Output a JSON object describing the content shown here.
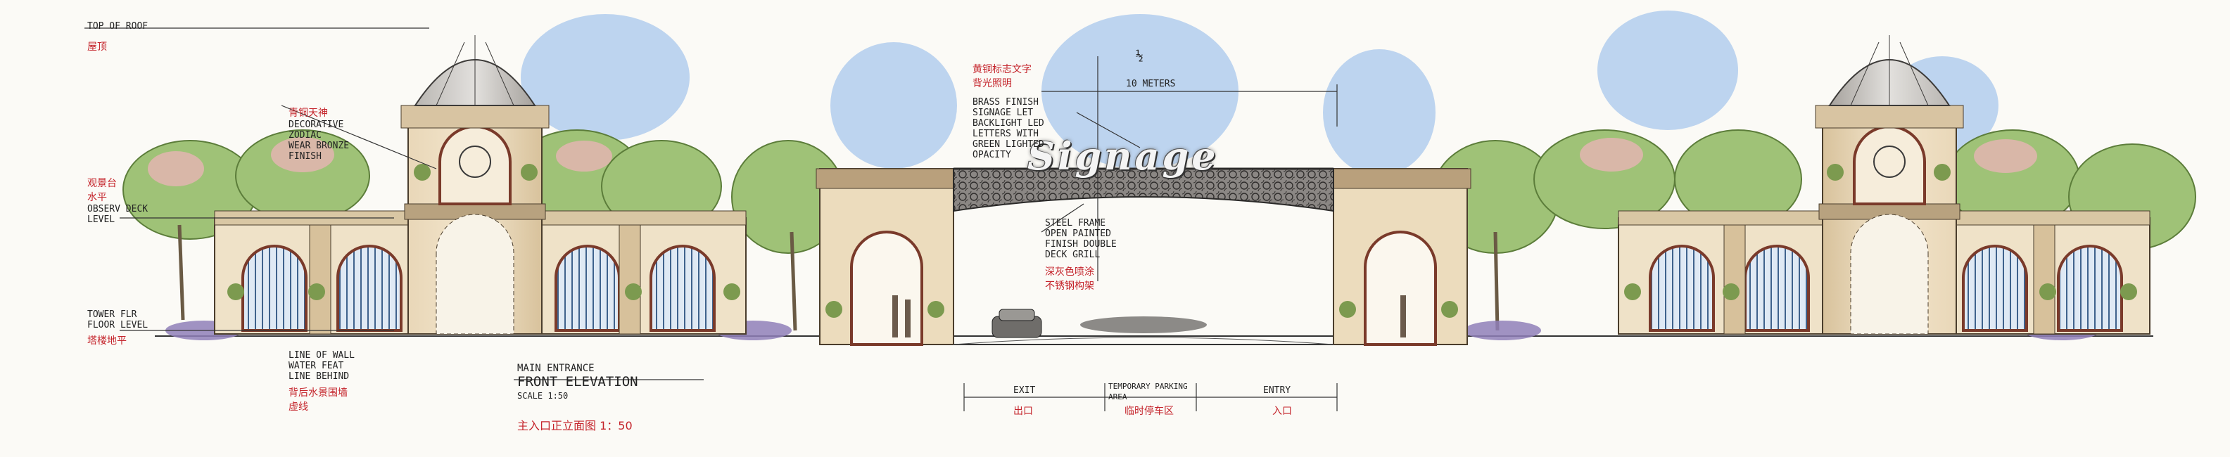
{
  "signage": "Signage",
  "top_marker": "½",
  "left_annotations": {
    "top_of_roof": "TOP OF ROOF",
    "roof_zh": "屋顶",
    "bronze_zh": "青铜天神",
    "bronze_lines": [
      "DECORATIVE",
      "ZODIAC",
      "WEAR BRONZE",
      "FINISH"
    ],
    "deck_zh": "观景台",
    "level_zh": "水平",
    "deck_lines": [
      "OBSERV DECK",
      "LEVEL"
    ],
    "tower_floor_lines": [
      "TOWER FLR",
      "FLOOR LEVEL"
    ],
    "tower_floor_zh": "塔楼地平",
    "wall_lines": [
      "LINE OF WALL",
      "WATER FEAT",
      "LINE BEHIND"
    ],
    "wall_zh_1": "背后水景围墙",
    "wall_zh_2": "虚线"
  },
  "center_annotations": {
    "signage_zh_1": "黄铜标志文字",
    "signage_zh_2": "背光照明",
    "brass_lines": [
      "BRASS FINISH",
      "SIGNAGE LET",
      "BACKLIGHT LED",
      "LETTERS WITH",
      "GREEN LIGHTED",
      "OPACITY"
    ],
    "height_label": "10 METERS",
    "steel_lines": [
      "STEEL FRAME",
      "OPEN PAINTED",
      "FINISH DOUBLE",
      "DECK GRILL"
    ],
    "steel_zh_1": "深灰色喷涂",
    "steel_zh_2": "不锈钢构架"
  },
  "title_block": {
    "line1": "MAIN ENTRANCE",
    "line2": "FRONT  ELEVATION",
    "line3": "SCALE          1:50",
    "zh": "主入口正立面图   1：50"
  },
  "dimensions": {
    "exit_en": "EXIT",
    "exit_zh": "出口",
    "temp_en": "TEMPORARY PARKING AREA",
    "temp_zh": "临时停车区",
    "entry_en": "ENTRY",
    "entry_zh": "入口"
  }
}
